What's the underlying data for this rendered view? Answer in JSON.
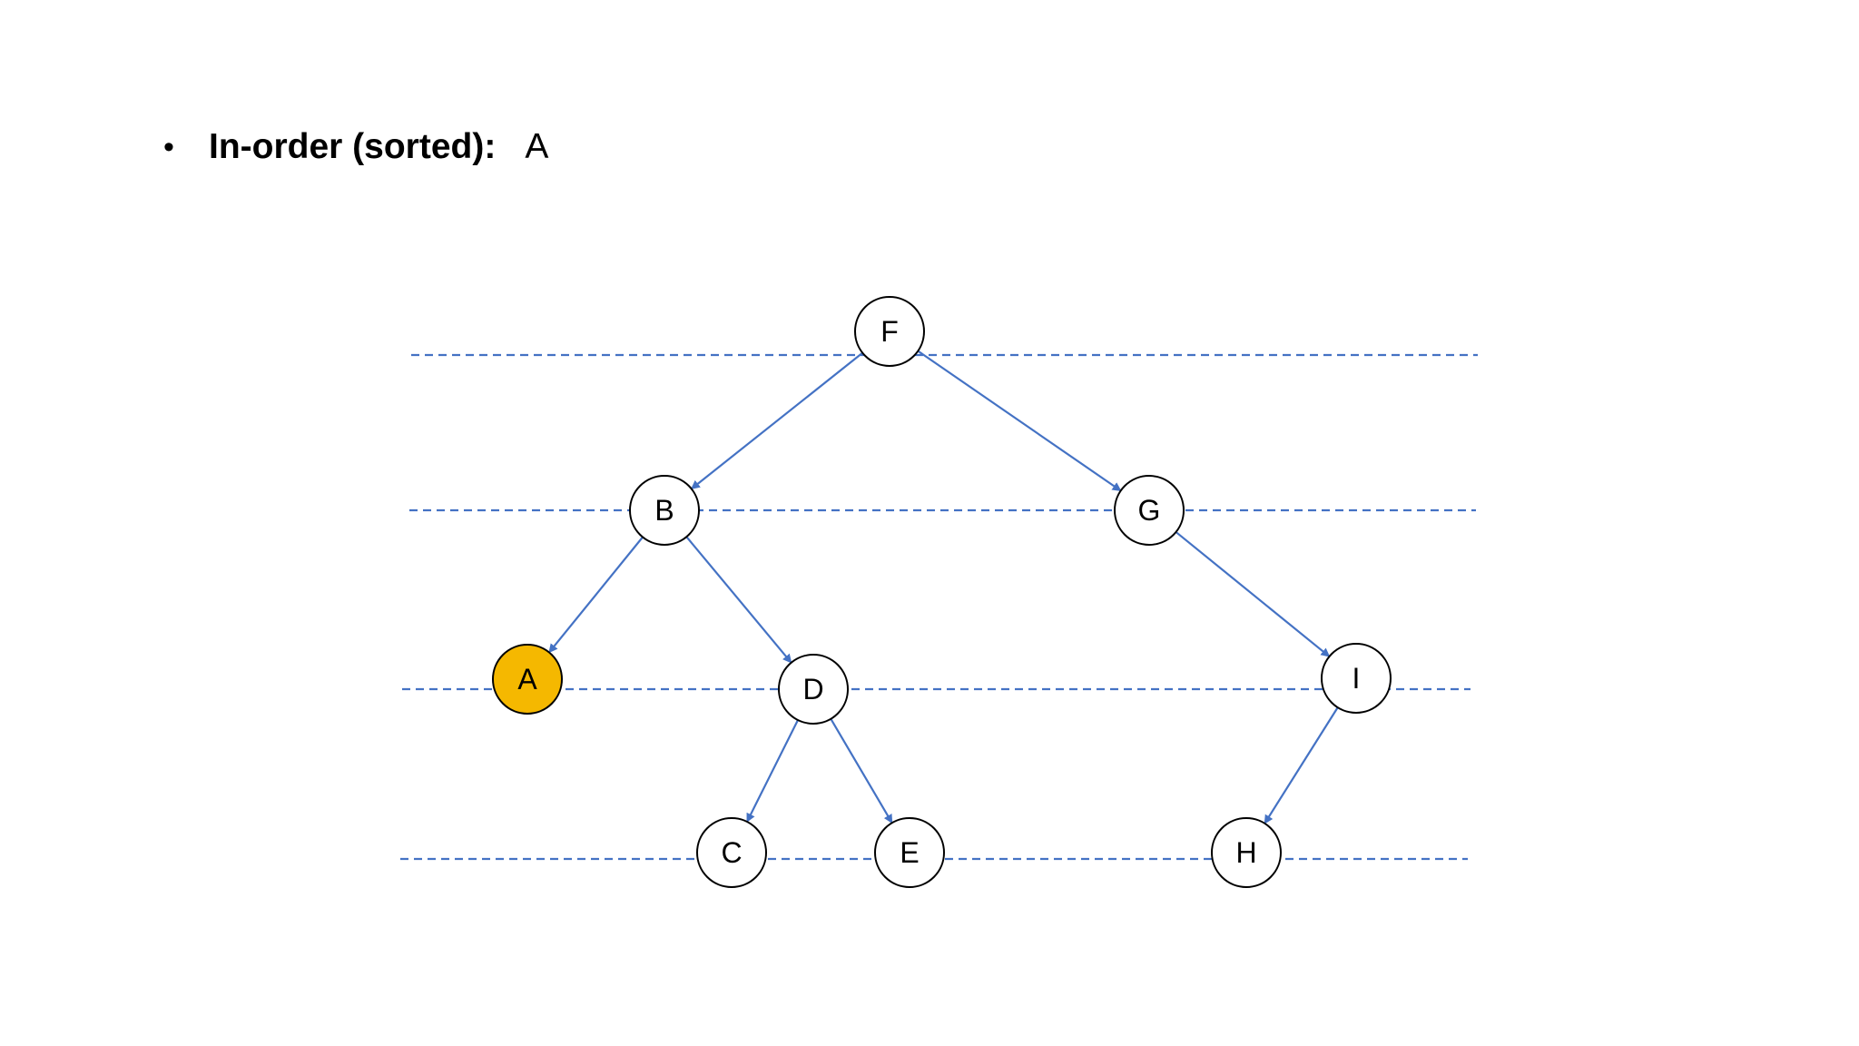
{
  "heading": {
    "bullet": "•",
    "label": "In-order (sorted):",
    "value": "A"
  },
  "colors": {
    "edge": "#4472C4",
    "level_line": "#4472C4",
    "node_stroke": "#000000",
    "node_fill": "#FFFFFF",
    "highlight_fill": "#F5B800"
  },
  "tree": {
    "nodes": [
      {
        "id": "F",
        "label": "F",
        "highlighted": false
      },
      {
        "id": "B",
        "label": "B",
        "highlighted": false
      },
      {
        "id": "G",
        "label": "G",
        "highlighted": false
      },
      {
        "id": "A",
        "label": "A",
        "highlighted": true
      },
      {
        "id": "D",
        "label": "D",
        "highlighted": false
      },
      {
        "id": "I",
        "label": "I",
        "highlighted": false
      },
      {
        "id": "C",
        "label": "C",
        "highlighted": false
      },
      {
        "id": "E",
        "label": "E",
        "highlighted": false
      },
      {
        "id": "H",
        "label": "H",
        "highlighted": false
      }
    ],
    "edges": [
      {
        "from": "F",
        "to": "B"
      },
      {
        "from": "F",
        "to": "G"
      },
      {
        "from": "B",
        "to": "A"
      },
      {
        "from": "B",
        "to": "D"
      },
      {
        "from": "G",
        "to": "I"
      },
      {
        "from": "D",
        "to": "C"
      },
      {
        "from": "D",
        "to": "E"
      },
      {
        "from": "I",
        "to": "H"
      }
    ]
  }
}
